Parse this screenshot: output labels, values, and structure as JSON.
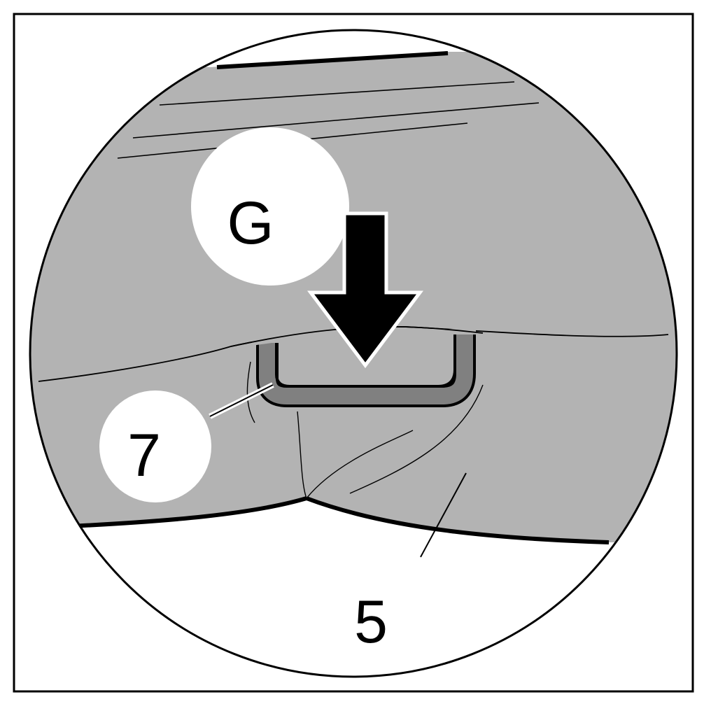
{
  "labels": {
    "action": "G",
    "handle": "7",
    "seat": "5"
  },
  "colors": {
    "background": "#ffffff",
    "frame": "#000000",
    "material": "#b3b3b3",
    "handle_outer": "#808080",
    "arrow": "#000000",
    "line": "#000000"
  },
  "icons": {
    "arrow": "down-arrow-icon"
  }
}
